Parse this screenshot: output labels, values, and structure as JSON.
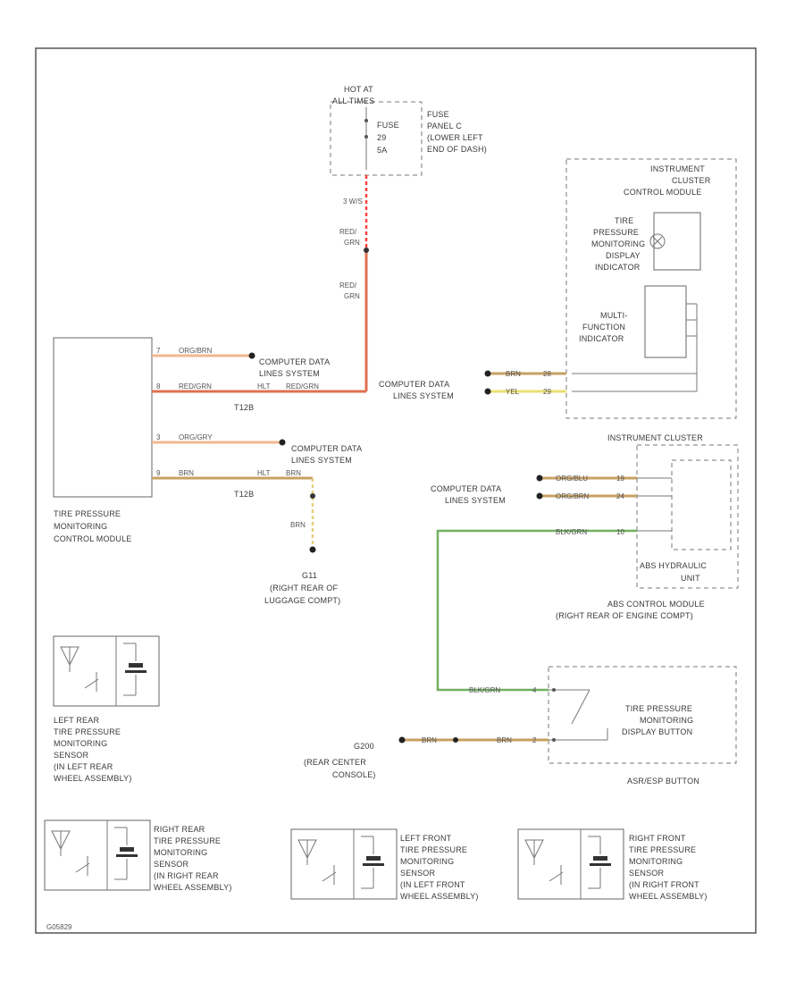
{
  "diagram": {
    "fuse_source": {
      "hot_label": "HOT AT",
      "hot_label_2": "ALL TIMES",
      "fuse_label": "FUSE",
      "fuse_number": "29",
      "fuse_rating": "5A"
    },
    "fuse_panel": {
      "line1": "FUSE",
      "line2": "PANEL C",
      "line3": "(LOWER LEFT",
      "line4": "END OF DASH)"
    },
    "wire_splice_top": "3 W/S",
    "wire_red_1": {
      "color": "RED/",
      "stripe": "GRN"
    },
    "wire_red_2": {
      "color": "RED/",
      "stripe": "GRN"
    },
    "tpms_module": {
      "line1": "TIRE PRESSURE",
      "line2": "MONITORING",
      "line3": "CONTROL MODULE"
    },
    "tpms_wires": {
      "w1": "ORG/BRN",
      "w2": "RED/GRN",
      "w2_conn": "HLT",
      "w2_b": "RED/GRN",
      "w3": "ORG/GRY",
      "w4": "BRN",
      "w4_conn": "HLT",
      "w4_b": "BRN",
      "conn_t1": "T12B",
      "conn_t2": "T12B"
    },
    "cdl_1": {
      "line1": "COMPUTER DATA",
      "line2": "LINES SYSTEM"
    },
    "cdl_2": {
      "line1": "COMPUTER DATA",
      "line2": "LINES SYSTEM"
    },
    "cdl_3": {
      "line1": "COMPUTER DATA",
      "line2": "LINES SYSTEM"
    },
    "cdl_4": {
      "line1": "COMPUTER DATA",
      "line2": "LINES SYSTEM"
    },
    "ground_brn": "BRN",
    "ground_g": {
      "id": "G11",
      "line1": "(RIGHT REAR OF",
      "line2": "LUGGAGE COMPT)"
    },
    "instrument_cluster_module": {
      "line1": "INSTRUMENT",
      "line2": "CLUSTER",
      "line3": "CONTROL MODULE"
    },
    "tpms_indicator": {
      "line1": "TIRE",
      "line2": "PRESSURE",
      "line3": "MONITORING",
      "line4": "DISPLAY",
      "line5": "INDICATOR"
    },
    "mfi": {
      "line1": "MULTI-",
      "line2": "FUNCTION",
      "line3": "INDICATOR"
    },
    "ic_wires": {
      "w1": "BRN",
      "w1_pin": "28",
      "w2": "YEL",
      "w2_pin": "29"
    },
    "instrument_cluster_label": "INSTRUMENT CLUSTER",
    "abs_wires": {
      "w1": "ORG/BLU",
      "w1_pin": "19",
      "w2": "ORG/BRN",
      "w2_pin": "24",
      "w3": "BLK/GRN",
      "w3_pin": "10"
    },
    "abs_hydraulic": {
      "line1": "ABS HYDRAULIC",
      "line2": "UNIT"
    },
    "abs_module": {
      "line1": "ABS CONTROL MODULE",
      "line2": "(RIGHT REAR OF ENGINE COMPT)"
    },
    "button_wires": {
      "w1": "BLK/GRN",
      "w1_pin": "4",
      "w2": "BRN",
      "w2_b": "BRN",
      "w2_pin": "2"
    },
    "tpms_button": {
      "line1": "TIRE PRESSURE",
      "line2": "MONITORING",
      "line3": "DISPLAY BUTTON"
    },
    "ground_g2": {
      "id": "G200",
      "line1": "(REAR CENTER",
      "line2": "CONSOLE)"
    },
    "asr_esp": "ASR/ESP BUTTON",
    "sensor_lr": {
      "line1": "LEFT REAR",
      "line2": "TIRE PRESSURE",
      "line3": "MONITORING",
      "line4": "SENSOR",
      "line5": "(IN LEFT REAR",
      "line6": "WHEEL ASSEMBLY)"
    },
    "sensor_rr": {
      "line1": "RIGHT REAR",
      "line2": "TIRE PRESSURE",
      "line3": "MONITORING",
      "line4": "SENSOR",
      "line5": "(IN RIGHT REAR",
      "line6": "WHEEL ASSEMBLY)"
    },
    "sensor_lf": {
      "line1": "LEFT FRONT",
      "line2": "TIRE PRESSURE",
      "line3": "MONITORING",
      "line4": "SENSOR",
      "line5": "(IN LEFT FRONT",
      "line6": "WHEEL ASSEMBLY)"
    },
    "sensor_rf": {
      "line1": "RIGHT FRONT",
      "line2": "TIRE PRESSURE",
      "line3": "MONITORING",
      "line4": "SENSOR",
      "line5": "(IN RIGHT FRONT",
      "line6": "WHEEL ASSEMBLY)"
    },
    "figure_id": "G05829",
    "colors": {
      "red_wire": "#e07050",
      "red_dash": "#ff3030",
      "orange_wire": "#f0b890",
      "brown_wire": "#c8a060",
      "yellow_wire": "#e8e070",
      "green_wire": "#70b060",
      "border": "#555555"
    }
  }
}
